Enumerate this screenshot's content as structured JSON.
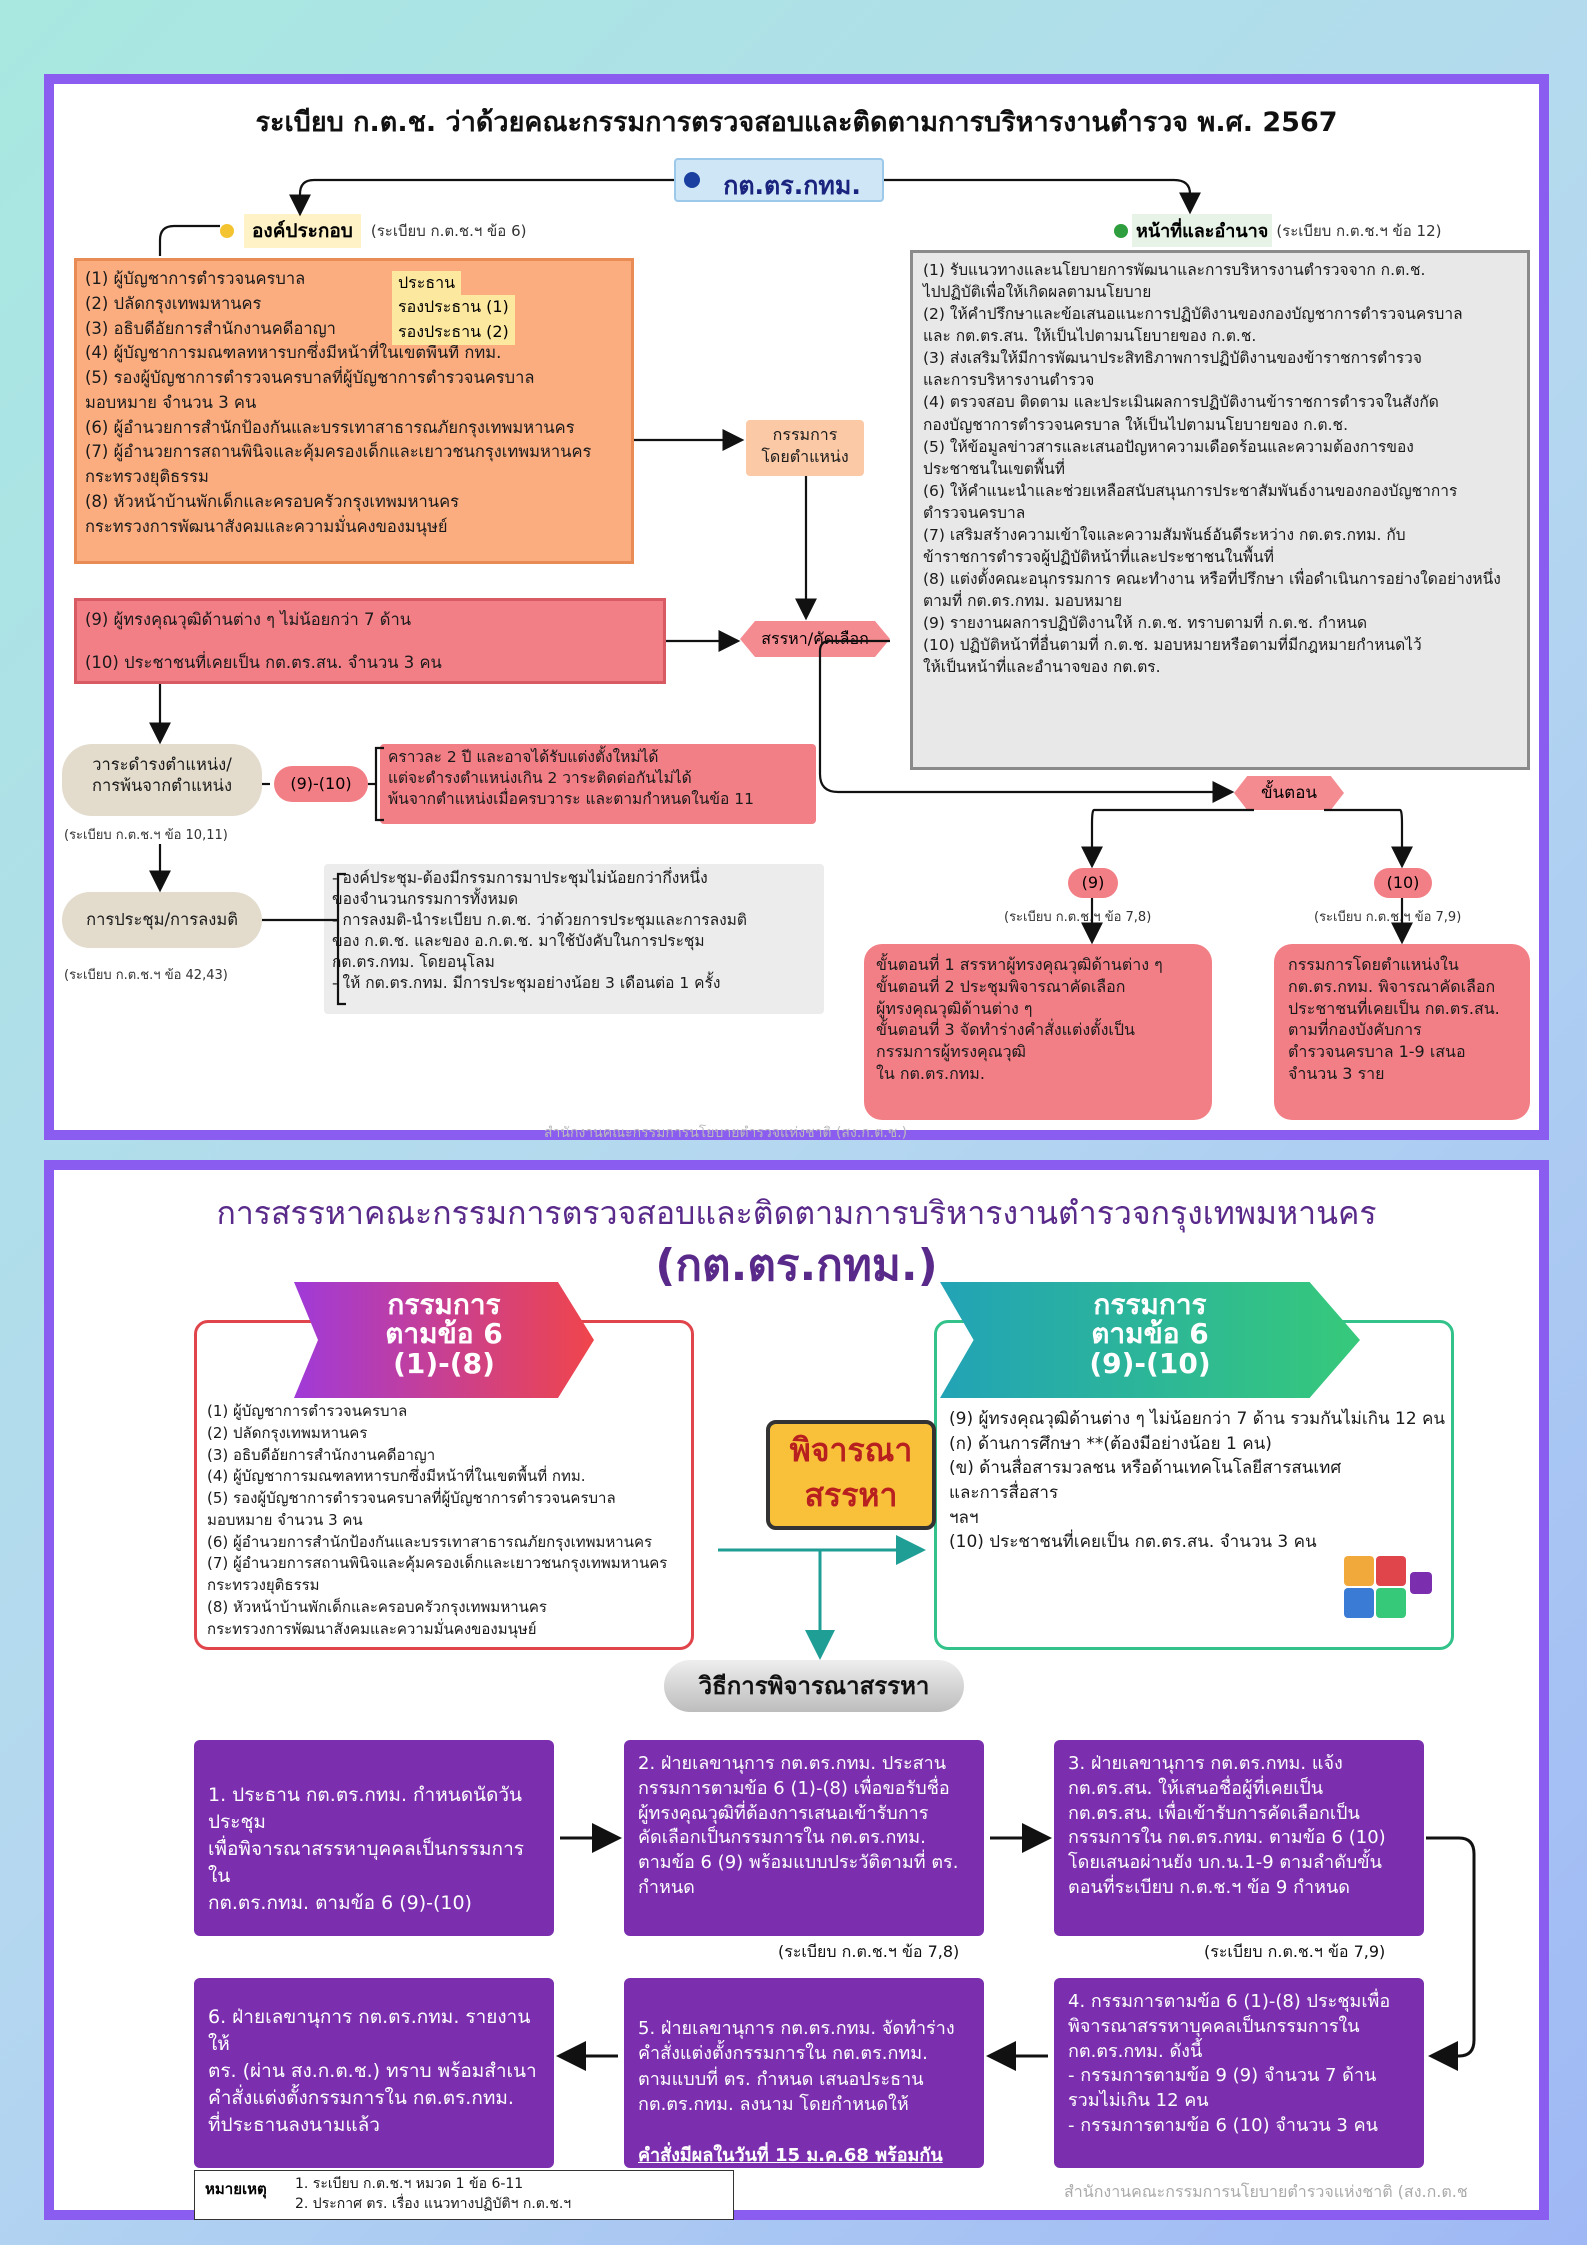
{
  "top": {
    "title": "ระเบียบ ก.ต.ช. ว่าด้วยคณะกรรมการตรวจสอบและติดตามการบริหารงานตำรวจ พ.ศ. 2567",
    "root": "กต.ตร.กทม.",
    "composition": {
      "label": "องค์ประกอบ",
      "ref": "(ระเบียบ ก.ต.ช.ฯ ข้อ 6)"
    },
    "powers": {
      "label": "หน้าที่และอำนาจ",
      "ref": "(ระเบียบ ก.ต.ช.ฯ ข้อ 12)"
    },
    "members_1_8": "(1) ผู้บัญชาการตำรวจนครบาล\n(2) ปลัดกรุงเทพมหานคร\n(3) อธิบดีอัยการสำนักงานคดีอาญา\n(4) ผู้บัญชาการมณฑลทหารบกซึ่งมีหน้าที่ในเขตพื้นที่ กทม.\n(5) รองผู้บัญชาการตำรวจนครบาลที่ผู้บัญชาการตำรวจนครบาล\n      มอบหมาย จำนวน 3 คน\n(6) ผู้อำนวยการสำนักป้องกันและบรรเทาสาธารณภัยกรุงเทพมหานคร\n(7) ผู้อำนวยการสถานพินิจและคุ้มครองเด็กและเยาวชนกรุงเทพมหานคร\n      กระทรวงยุติธรรม\n(8) หัวหน้าบ้านพักเด็กและครอบครัวกรุงเทพมหานคร\n      กระทรวงการพัฒนาสังคมและความมั่นคงของมนุษย์",
    "role_chair": "ประธาน",
    "role_vice1": "รองประธาน (1)",
    "role_vice2": "รองประธาน (2)",
    "ex_officio": "กรรมการ\nโดยตำแหน่ง",
    "members_9_10": "(9) ผู้ทรงคุณวุฒิด้านต่าง ๆ ไม่น้อยกว่า 7 ด้าน\n\n(10) ประชาชนที่เคยเป็น กต.ตร.สน. จำนวน 3 คน",
    "select": "สรรหา/คัดเลือก",
    "term_label": "วาระดำรงตำแหน่ง/\nการพ้นจากตำแหน่ง",
    "term_ref": "(ระเบียบ ก.ต.ช.ฯ ข้อ 10,11)",
    "term_tag": "(9)-(10)",
    "term_text": "คราวละ 2 ปี และอาจได้รับแต่งตั้งใหม่ได้\nแต่จะดำรงตำแหน่งเกิน 2 วาระติดต่อกันไม่ได้\nพ้นจากตำแหน่งเมื่อครบวาระ และตามกำหนดในข้อ 11",
    "meeting_label": "การประชุม/การลงมติ",
    "meeting_ref": "(ระเบียบ ก.ต.ช.ฯ ข้อ 42,43)",
    "meeting_text": "- องค์ประชุม-ต้องมีกรรมการมาประชุมไม่น้อยกว่ากึ่งหนึ่ง\n   ของจำนวนกรรมการทั้งหมด\n- การลงมติ-นำระเบียบ ก.ต.ช. ว่าด้วยการประชุมและการลงมติ\n   ของ ก.ต.ช. และของ อ.ก.ต.ช. มาใช้บังคับในการประชุม\n   กต.ตร.กทม. โดยอนุโลม\n- ให้ กต.ตร.กทม. มีการประชุมอย่างน้อย 3 เดือนต่อ 1 ครั้ง",
    "duties": "(1) รับแนวทางและนโยบายการพัฒนาและการบริหารงานตำรวจจาก ก.ต.ช.\n      ไปปฏิบัติเพื่อให้เกิดผลตามนโยบาย\n(2) ให้คำปรึกษาและข้อเสนอแนะการปฏิบัติงานของกองบัญชาการตำรวจนครบาล\n      และ กต.ตร.สน. ให้เป็นไปตามนโยบายของ ก.ต.ช.\n(3) ส่งเสริมให้มีการพัฒนาประสิทธิภาพการปฏิบัติงานของข้าราชการตำรวจ\n      และการบริหารงานตำรวจ\n(4) ตรวจสอบ ติดตาม และประเมินผลการปฏิบัติงานข้าราชการตำรวจในสังกัด\n      กองบัญชาการตำรวจนครบาล ให้เป็นไปตามนโยบายของ ก.ต.ช.\n(5) ให้ข้อมูลข่าวสารและเสนอปัญหาความเดือดร้อนและความต้องการของ\n      ประชาชนในเขตพื้นที่\n(6) ให้คำแนะนำและช่วยเหลือสนับสนุนการประชาสัมพันธ์งานของกองบัญชาการ\n      ตำรวจนครบาล\n(7) เสริมสร้างความเข้าใจและความสัมพันธ์อันดีระหว่าง กต.ตร.กทม. กับ\n      ข้าราชการตำรวจผู้ปฏิบัติหน้าที่และประชาชนในพื้นที่\n(8) แต่งตั้งคณะอนุกรรมการ คณะทำงาน หรือที่ปรึกษา เพื่อดำเนินการอย่างใดอย่างหนึ่ง\n      ตามที่ กต.ตร.กทม. มอบหมาย\n(9) รายงานผลการปฏิบัติงานให้ ก.ต.ช. ทราบตามที่ ก.ต.ช. กำหนด\n(10) ปฏิบัติหน้าที่อื่นตามที่ ก.ต.ช. มอบหมายหรือตามที่มีกฎหมายกำหนดไว้\n        ให้เป็นหน้าที่และอำนาจของ กต.ตร.",
    "steps_label": "ขั้นตอน",
    "tag9": "(9)",
    "tag9_ref": "(ระเบียบ ก.ต.ช.ฯ ข้อ 7,8)",
    "tag10": "(10)",
    "tag10_ref": "(ระเบียบ ก.ต.ช.ฯ ข้อ 7,9)",
    "steps9": "ขั้นตอนที่ 1 สรรหาผู้ทรงคุณวุฒิด้านต่าง ๆ\nขั้นตอนที่ 2 ประชุมพิจารณาคัดเลือก\n                    ผู้ทรงคุณวุฒิด้านต่าง ๆ\nขั้นตอนที่ 3 จัดทำร่างคำสั่งแต่งตั้งเป็น\n                    กรรมการผู้ทรงคุณวุฒิ\n                    ใน กต.ตร.กทม.",
    "steps10": "กรรมการโดยตำแหน่งใน\nกต.ตร.กทม. พิจารณาคัดเลือก\nประชาชนที่เคยเป็น กต.ตร.สน.\nตามที่กองบังคับการ\nตำรวจนครบาล 1-9 เสนอ\nจำนวน 3 ราย",
    "footer": "สำนักงานคณะกรรมการนโยบายตำรวจแห่งชาติ (สง.ก.ต.ช.)"
  },
  "bottom": {
    "title": "การสรรหาคณะกรรมการตรวจสอบและติดตามการบริหารงานตำรวจกรุงเทพมหานคร",
    "subtitle": "(กต.ตร.กทม.)",
    "left_banner": "กรรมการ\nตามข้อ 6\n(1)-(8)",
    "right_banner": "กรรมการ\nตามข้อ 6\n(9)-(10)",
    "left_list": "(1) ผู้บัญชาการตำรวจนครบาล\n(2) ปลัดกรุงเทพมหานคร\n(3) อธิบดีอัยการสำนักงานคดีอาญา\n(4) ผู้บัญชาการมณฑลทหารบกซึ่งมีหน้าที่ในเขตพื้นที่ กทม.\n(5) รองผู้บัญชาการตำรวจนครบาลที่ผู้บัญชาการตำรวจนครบาล\nมอบหมาย จำนวน 3 คน\n(6) ผู้อำนวยการสำนักป้องกันและบรรเทาสาธารณภัยกรุงเทพมหานคร\n(7) ผู้อำนวยการสถานพินิจและคุ้มครองเด็กและเยาวชนกรุงเทพมหานคร\nกระทรวงยุติธรรม\n(8) หัวหน้าบ้านพักเด็กและครอบครัวกรุงเทพมหานคร\n  กระทรวงการพัฒนาสังคมและความมั่นคงของมนุษย์",
    "right_list": "(9) ผู้ทรงคุณวุฒิด้านต่าง ๆ ไม่น้อยกว่า 7 ด้าน รวมกันไม่เกิน 12 คน\n      (ก) ด้านการศึกษา **(ต้องมีอย่างน้อย 1 คน)\n      (ข) ด้านสื่อสารมวลชน หรือด้านเทคโนโลยีสารสนเทศ\n            และการสื่อสาร\n                         ฯลฯ\n(10) ประชาชนที่เคยเป็น กต.ตร.สน. จำนวน 3 คน",
    "consider": "พิจารณา\nสรรหา",
    "method": "วิธีการพิจารณาสรรหา",
    "step1": "1. ประธาน กต.ตร.กทม. กำหนดนัดวันประชุม\nเพื่อพิจารณาสรรหาบุคคลเป็นกรรมการใน\nกต.ตร.กทม. ตามข้อ 6 (9)-(10)",
    "step2": "2. ฝ่ายเลขานุการ กต.ตร.กทม. ประสาน\nกรรมการตามข้อ 6 (1)-(8) เพื่อขอรับชื่อ\nผู้ทรงคุณวุฒิที่ต้องการเสนอเข้ารับการ\nคัดเลือกเป็นกรรมการใน กต.ตร.กทม.\nตามข้อ 6 (9) พร้อมแบบประวัติตามที่ ตร.\nกำหนด",
    "step2_ref": "(ระเบียบ ก.ต.ช.ฯ ข้อ 7,8)",
    "step3": "3. ฝ่ายเลขานุการ กต.ตร.กทม. แจ้ง\nกต.ตร.สน. ให้เสนอชื่อผู้ที่เคยเป็น\nกต.ตร.สน. เพื่อเข้ารับการคัดเลือกเป็น\nกรรมการใน กต.ตร.กทม. ตามข้อ 6 (10)\nโดยเสนอผ่านยัง บก.น.1-9 ตามลำดับขั้น\nตอนที่ระเบียบ ก.ต.ช.ฯ ข้อ 9 กำหนด",
    "step3_ref": "(ระเบียบ ก.ต.ช.ฯ ข้อ 7,9)",
    "step4": "4. กรรมการตามข้อ 6 (1)-(8) ประชุมเพื่อ\nพิจารณาสรรหาบุคคลเป็นกรรมการใน\nกต.ตร.กทม. ดังนี้\n  - กรรมการตามข้อ 9 (9) จำนวน 7 ด้าน\nรวมไม่เกิน 12 คน\n  - กรรมการตามข้อ 6 (10) จำนวน 3 คน",
    "step5": "5. ฝ่ายเลขานุการ กต.ตร.กทม. จัดทำร่าง\nคำสั่งแต่งตั้งกรรมการใน กต.ตร.กทม.\nตามแบบที่ ตร. กำหนด เสนอประธาน\nกต.ตร.กทม. ลงนาม โดยกำหนดให้",
    "step5_emph": "คำสั่งมีผลในวันที่ 15 ม.ค.68 พร้อมกัน",
    "step6": "6. ฝ่ายเลขานุการ กต.ตร.กทม. รายงานให้\nตร. (ผ่าน สง.ก.ต.ช.) ทราบ พร้อมสำเนา\nคำสั่งแต่งตั้งกรรมการใน กต.ตร.กทม.\nที่ประธานลงนามแล้ว",
    "note_label": "หมายเหตุ",
    "note_text": "1. ระเบียบ ก.ต.ช.ฯ หมวด 1 ข้อ 6-11\n2. ประกาศ ตร. เรื่อง แนวทางปฏิบัติฯ ก.ต.ช.ฯ",
    "footer": "สำนักงานคณะกรรมการนโยบายตำรวจแห่งชาติ (สง.ก.ต.ช"
  },
  "colors": {
    "frame": "#8a5cf0",
    "orange": "#f9a77a",
    "salmon": "#f37f86",
    "purple": "#7b2fae",
    "teal": "#1f9e96"
  }
}
